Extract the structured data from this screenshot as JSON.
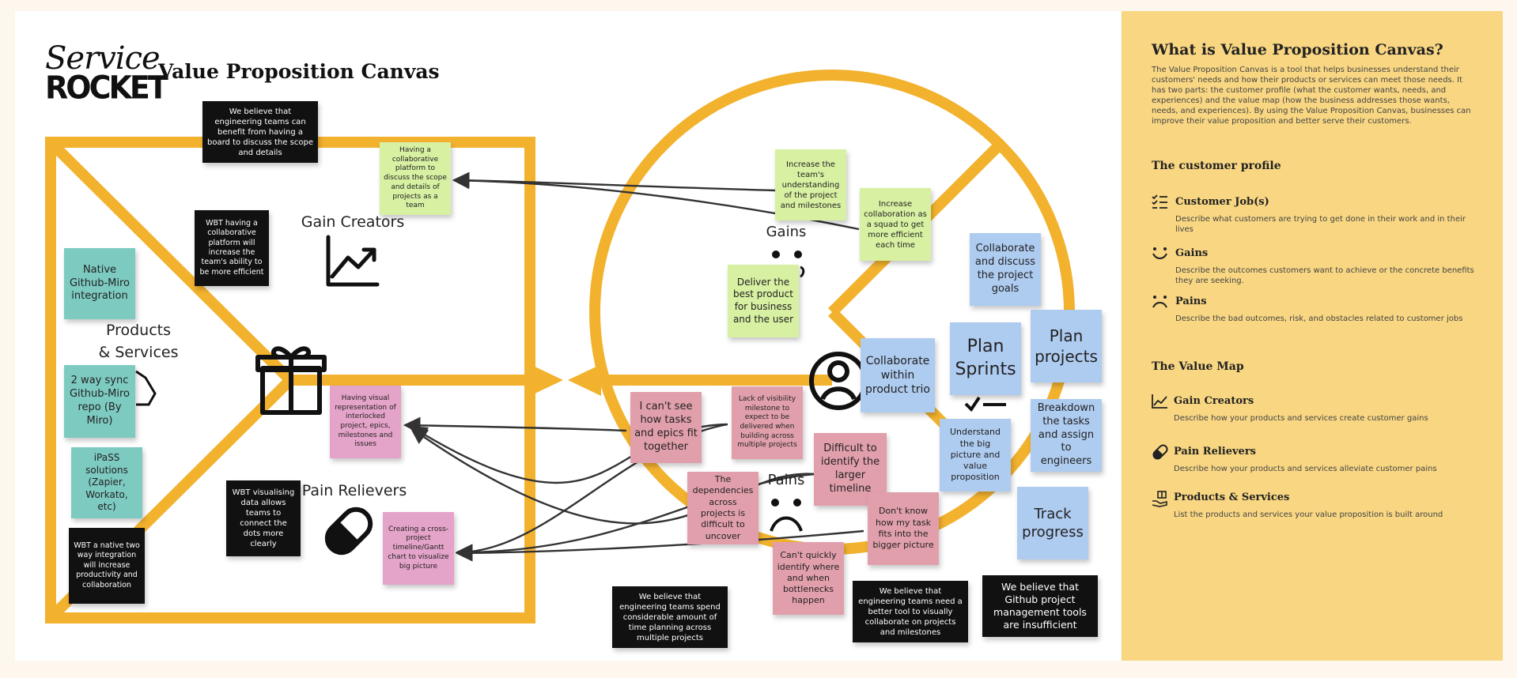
{
  "header": {
    "logo_line1": "Service",
    "logo_line2": "ROCKET",
    "title": "Value Proposition Canvas"
  },
  "sections": {
    "gain_creators": "Gain Creators",
    "products_services_line1": "Products",
    "products_services_line2": "& Services",
    "pain_relievers": "Pain Relievers",
    "gains": "Gains",
    "pains": "Pains"
  },
  "notes": {
    "black_engineering_board": "We believe that engineering teams can benefit from having a board to discuss the scope and details",
    "black_wbt_collaborative": "WBT having a collaborative platform will increase the team's ability to be more efficient",
    "black_wbt_visualising": "WBT visualising data allows teams to connect the dots more clearly",
    "black_wbt_native": "WBT a native two way integration will increase productivity and collaboration",
    "black_time_planning": "We believe that engineering teams spend considerable amount of time planning across multiple projects",
    "black_better_tool": "We believe that engineering teams need a better tool to visually collaborate on projects and milestones",
    "black_github_tools": "We believe that Github project management tools are insufficient",
    "teal_native_github": "Native Github-Miro integration",
    "teal_two_way_sync": "2 way sync Github-Miro repo (By Miro)",
    "teal_ipass": "iPaSS solutions (Zapier, Workato, etc)",
    "green_collab_platform": "Having a collaborative platform to discuss the scope and details of projects as a team",
    "green_increase_understanding": "Increase the team's understanding of the project and milestones",
    "green_increase_collaboration": "Increase collaboration as a squad to get more efficient each time",
    "green_deliver_best": "Deliver the best product for business and the user",
    "magenta_visual_rep": "Having visual representation of interlocked project, epics, milestones and issues",
    "magenta_cross_project": "Creating a cross-project timeline/Gantt chart to visualize big picture",
    "pink_cant_see": "I can't see how tasks and epics fit together",
    "pink_lack_visibility": "Lack of visibility milestone to expect to be delivered when building across multiple projects",
    "pink_dependencies": "The dependencies across projects is difficult to uncover",
    "pink_difficult_identify": "Difficult to identify the larger timeline",
    "pink_dont_know": "Don't know how my task fits into the bigger picture",
    "pink_cant_quickly": "Can't quickly identify where and when bottlenecks happen",
    "blue_collab_discuss": "Collaborate and discuss the project goals",
    "blue_collab_within": "Collaborate within product trio",
    "blue_plan_sprints": "Plan Sprints",
    "blue_plan_projects": "Plan projects",
    "blue_understand": "Understand the big picture and value proposition",
    "blue_breakdown": "Breakdown the tasks and assign to engineers",
    "blue_track": "Track progress"
  },
  "info": {
    "title": "What is Value Proposition Canvas?",
    "intro": "The Value Proposition Canvas is a tool that helps businesses understand their customers' needs and how their products or services can meet those needs. It has two parts: the customer profile (what the customer wants, needs, and experiences) and the value map (how the business addresses those wants, needs, and experiences). By using the Value Proposition Canvas, businesses can improve their value proposition and better serve their customers.",
    "customer_profile": "The customer profile",
    "customer_jobs_title": "Customer Job(s)",
    "customer_jobs_desc": "Describe what customers are trying to get done in their work and in their lives",
    "gains_title": "Gains",
    "gains_desc": "Describe the outcomes customers want to achieve or the concrete benefits they are seeking.",
    "pains_title": "Pains",
    "pains_desc": "Describe the bad outcomes, risk, and obstacles related to customer jobs",
    "value_map": "The Value Map",
    "gain_creators_title": "Gain Creators",
    "gain_creators_desc": "Describe how your products and services create customer gains",
    "pain_relievers_title": "Pain Relievers",
    "pain_relievers_desc": "Describe how your products and services alleviate customer pains",
    "products_title": "Products & Services",
    "products_desc": "List the products and services your value proposition is built around"
  },
  "colors": {
    "frame": "#f2b22e",
    "panel": "#f8d682",
    "teal": "#7dcac1",
    "green": "#d7f0a2",
    "pink": "#e19fab",
    "magenta": "#e4a3c8",
    "blue": "#aecbf0",
    "connector": "#333333"
  },
  "icons": [
    "trend-chart-icon",
    "gift-icon",
    "pill-icon",
    "person-icon",
    "checklist-icon",
    "smile-icon",
    "frown-icon",
    "chart-line-icon",
    "pill-small-icon",
    "hand-gift-icon"
  ]
}
